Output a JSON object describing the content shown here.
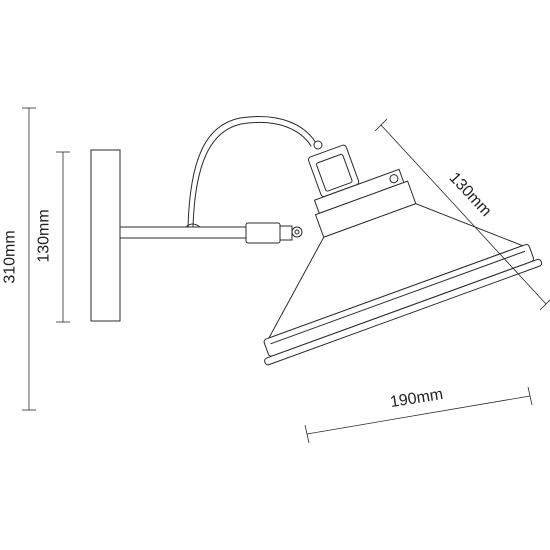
{
  "dimensions": {
    "total_height": "310mm",
    "base_height": "130mm",
    "shade_height": "130mm",
    "shade_width": "190mm"
  },
  "colors": {
    "line": "#2b2b2b",
    "background": "#ffffff"
  }
}
